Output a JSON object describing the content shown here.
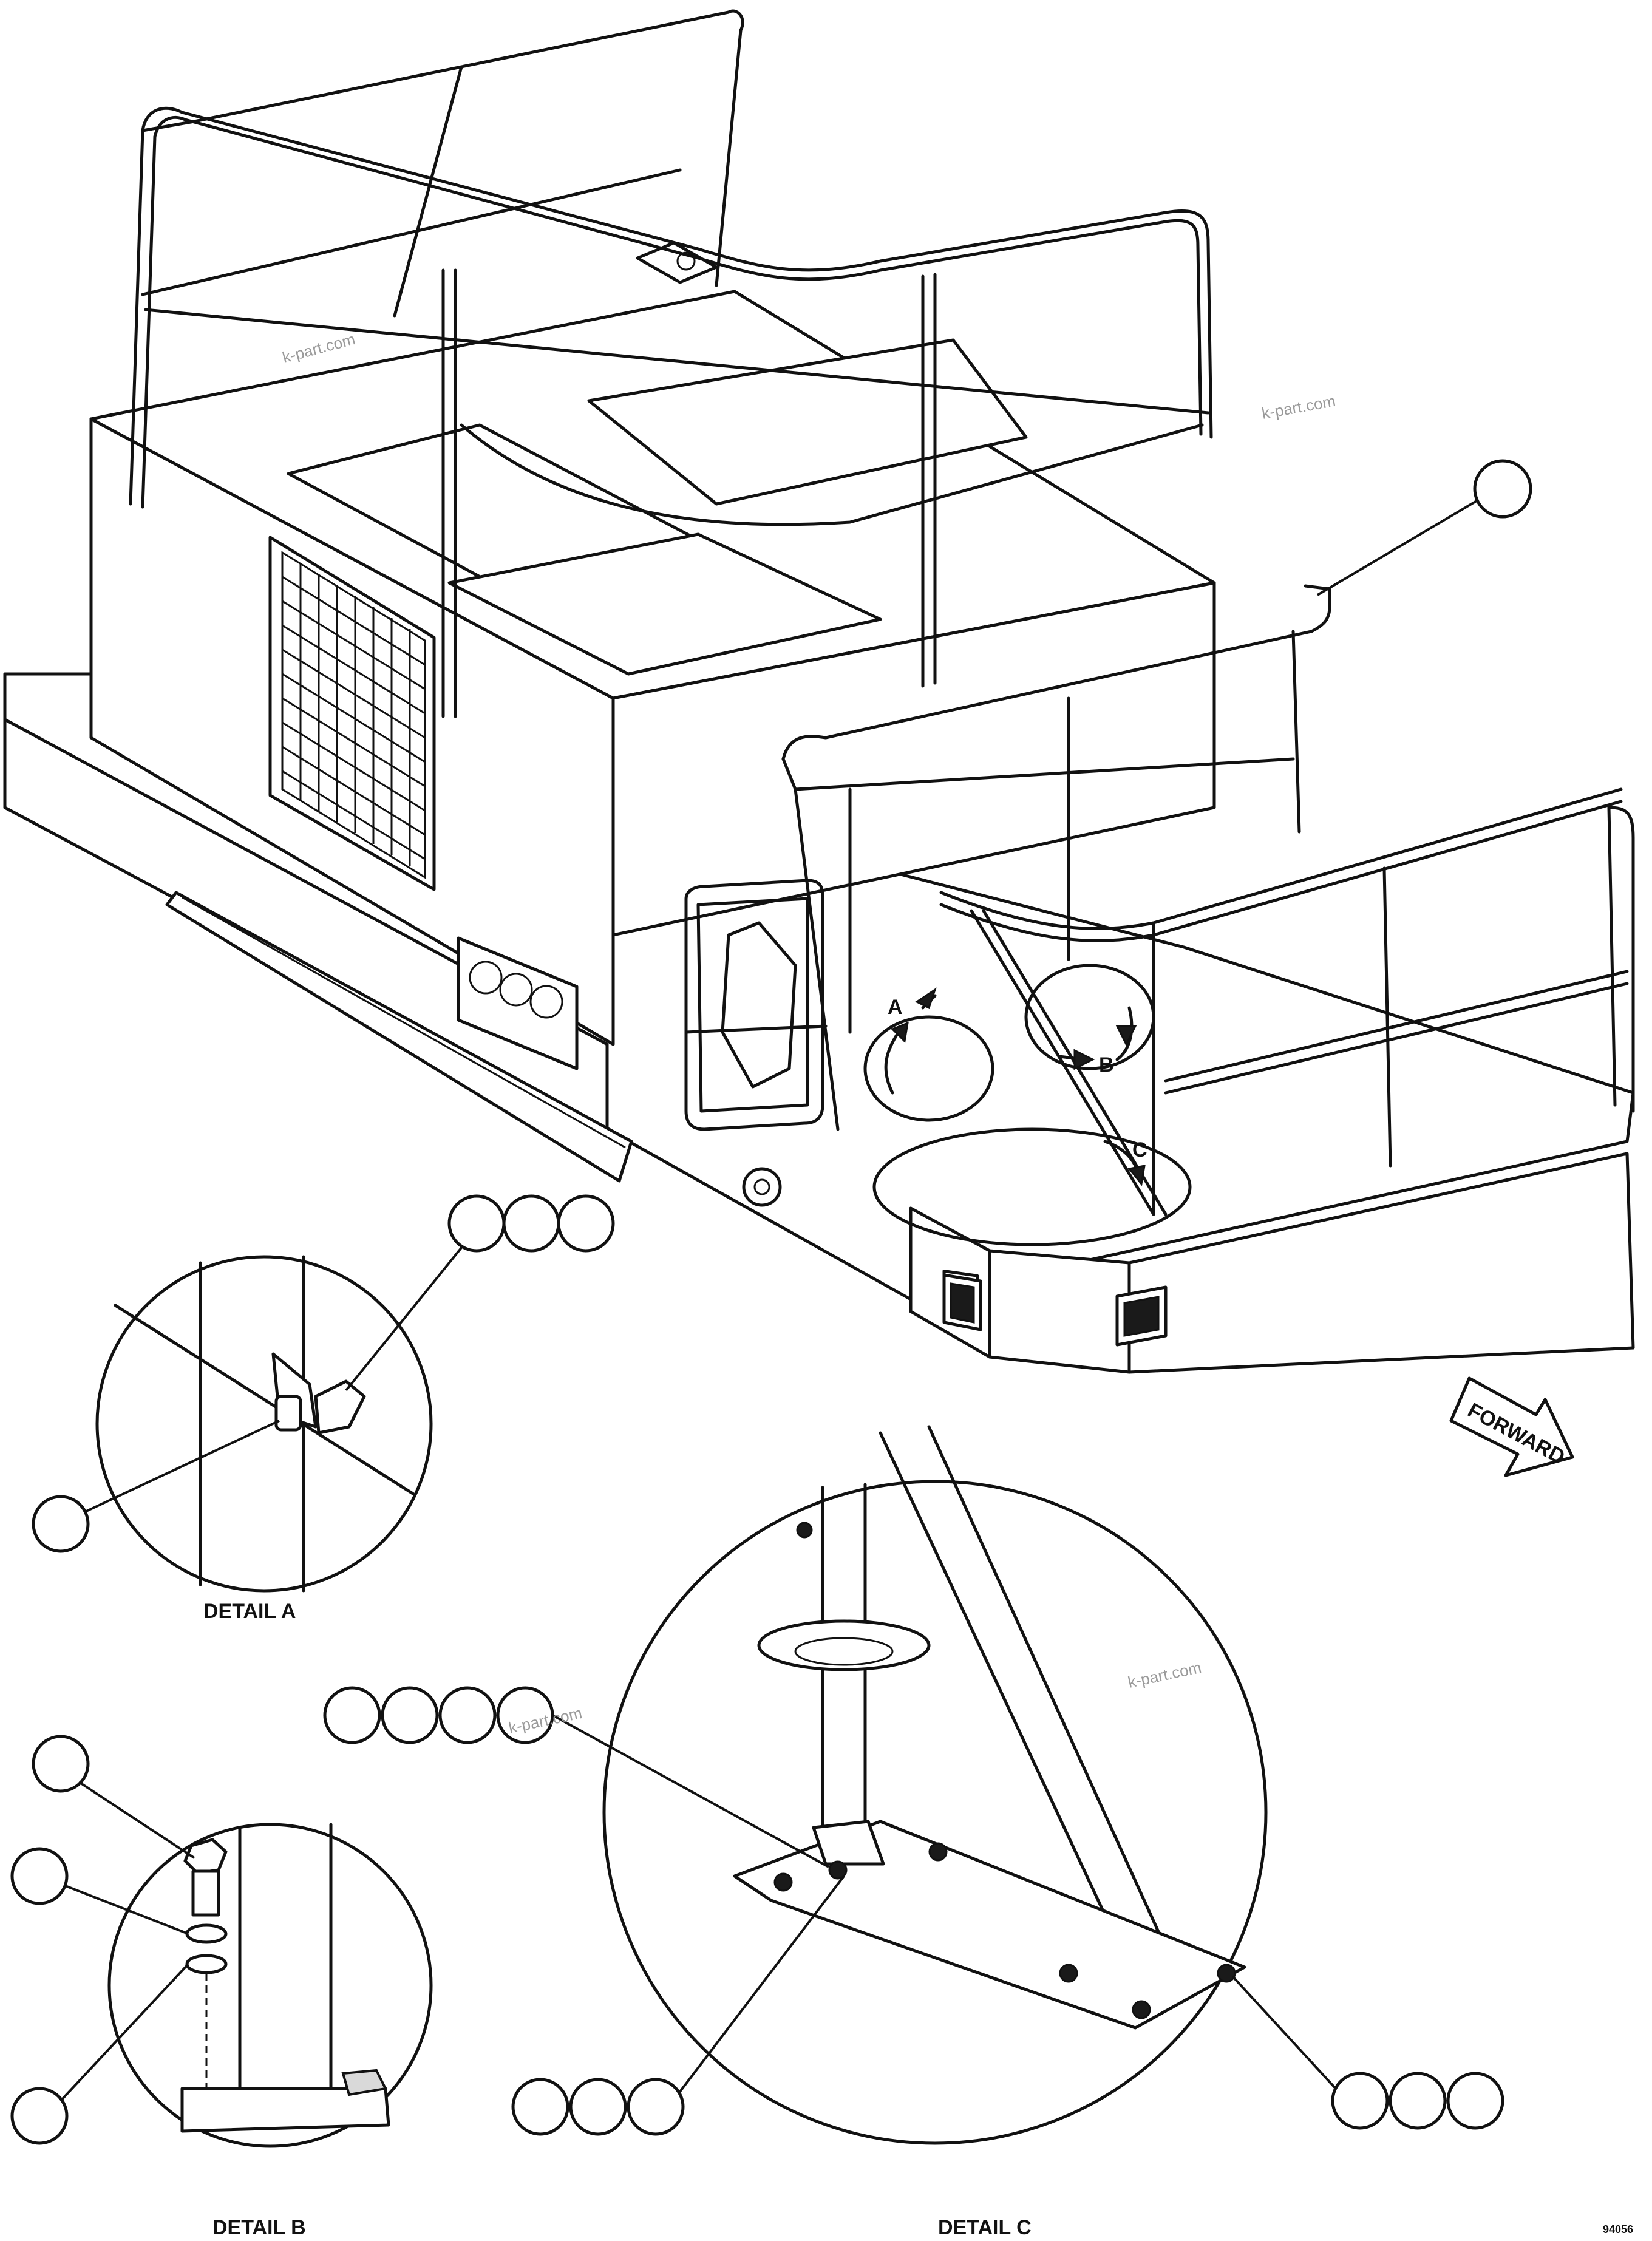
{
  "watermark": "k-part.com",
  "view_letters": {
    "a": "A",
    "b": "B",
    "c": "C"
  },
  "direction_label": "FORWARD",
  "details": {
    "a": "DETAIL A",
    "b": "DETAIL B",
    "c": "DETAIL C"
  },
  "sheet_number": "94056"
}
